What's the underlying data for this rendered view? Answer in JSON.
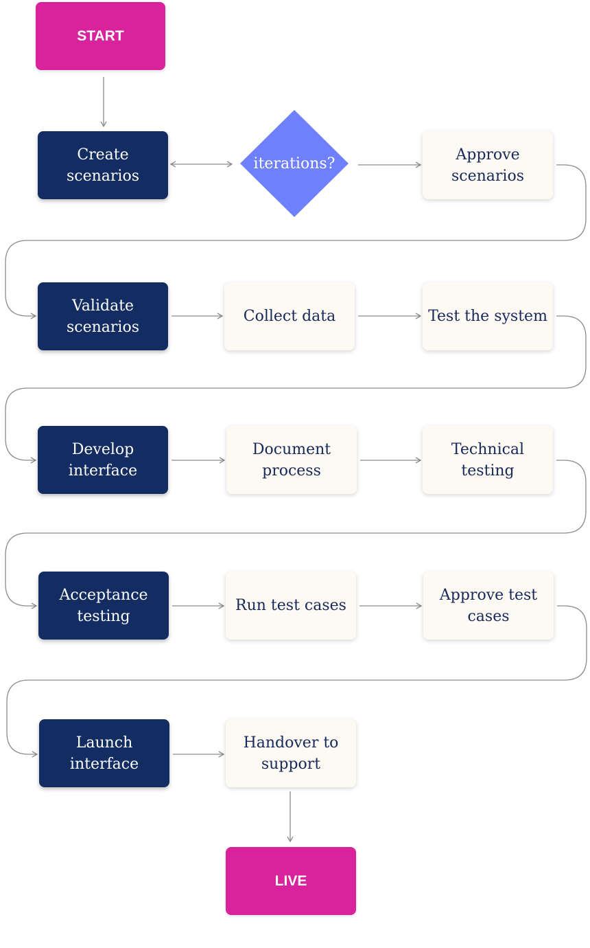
{
  "flow": {
    "start": "START",
    "create_scenarios": "Create scenarios",
    "iterations": "iterations?",
    "approve_scenarios": "Approve scenarios",
    "validate_scenarios": "Validate scenarios",
    "collect_data": "Collect data",
    "test_system": "Test the system",
    "develop_interface": "Develop interface",
    "document_process": "Document process",
    "technical_testing": "Technical testing",
    "acceptance_testing": "Acceptance testing",
    "run_test_cases": "Run test cases",
    "approve_test_cases": "Approve test cases",
    "launch_interface": "Launch interface",
    "handover_support": "Handover to support",
    "live": "LIVE"
  },
  "colors": {
    "terminal": "#d8239c",
    "dark_step": "#132d62",
    "light_step": "#fdfaf3",
    "decision": "#6f80fc",
    "connector": "#8a8a8a"
  }
}
